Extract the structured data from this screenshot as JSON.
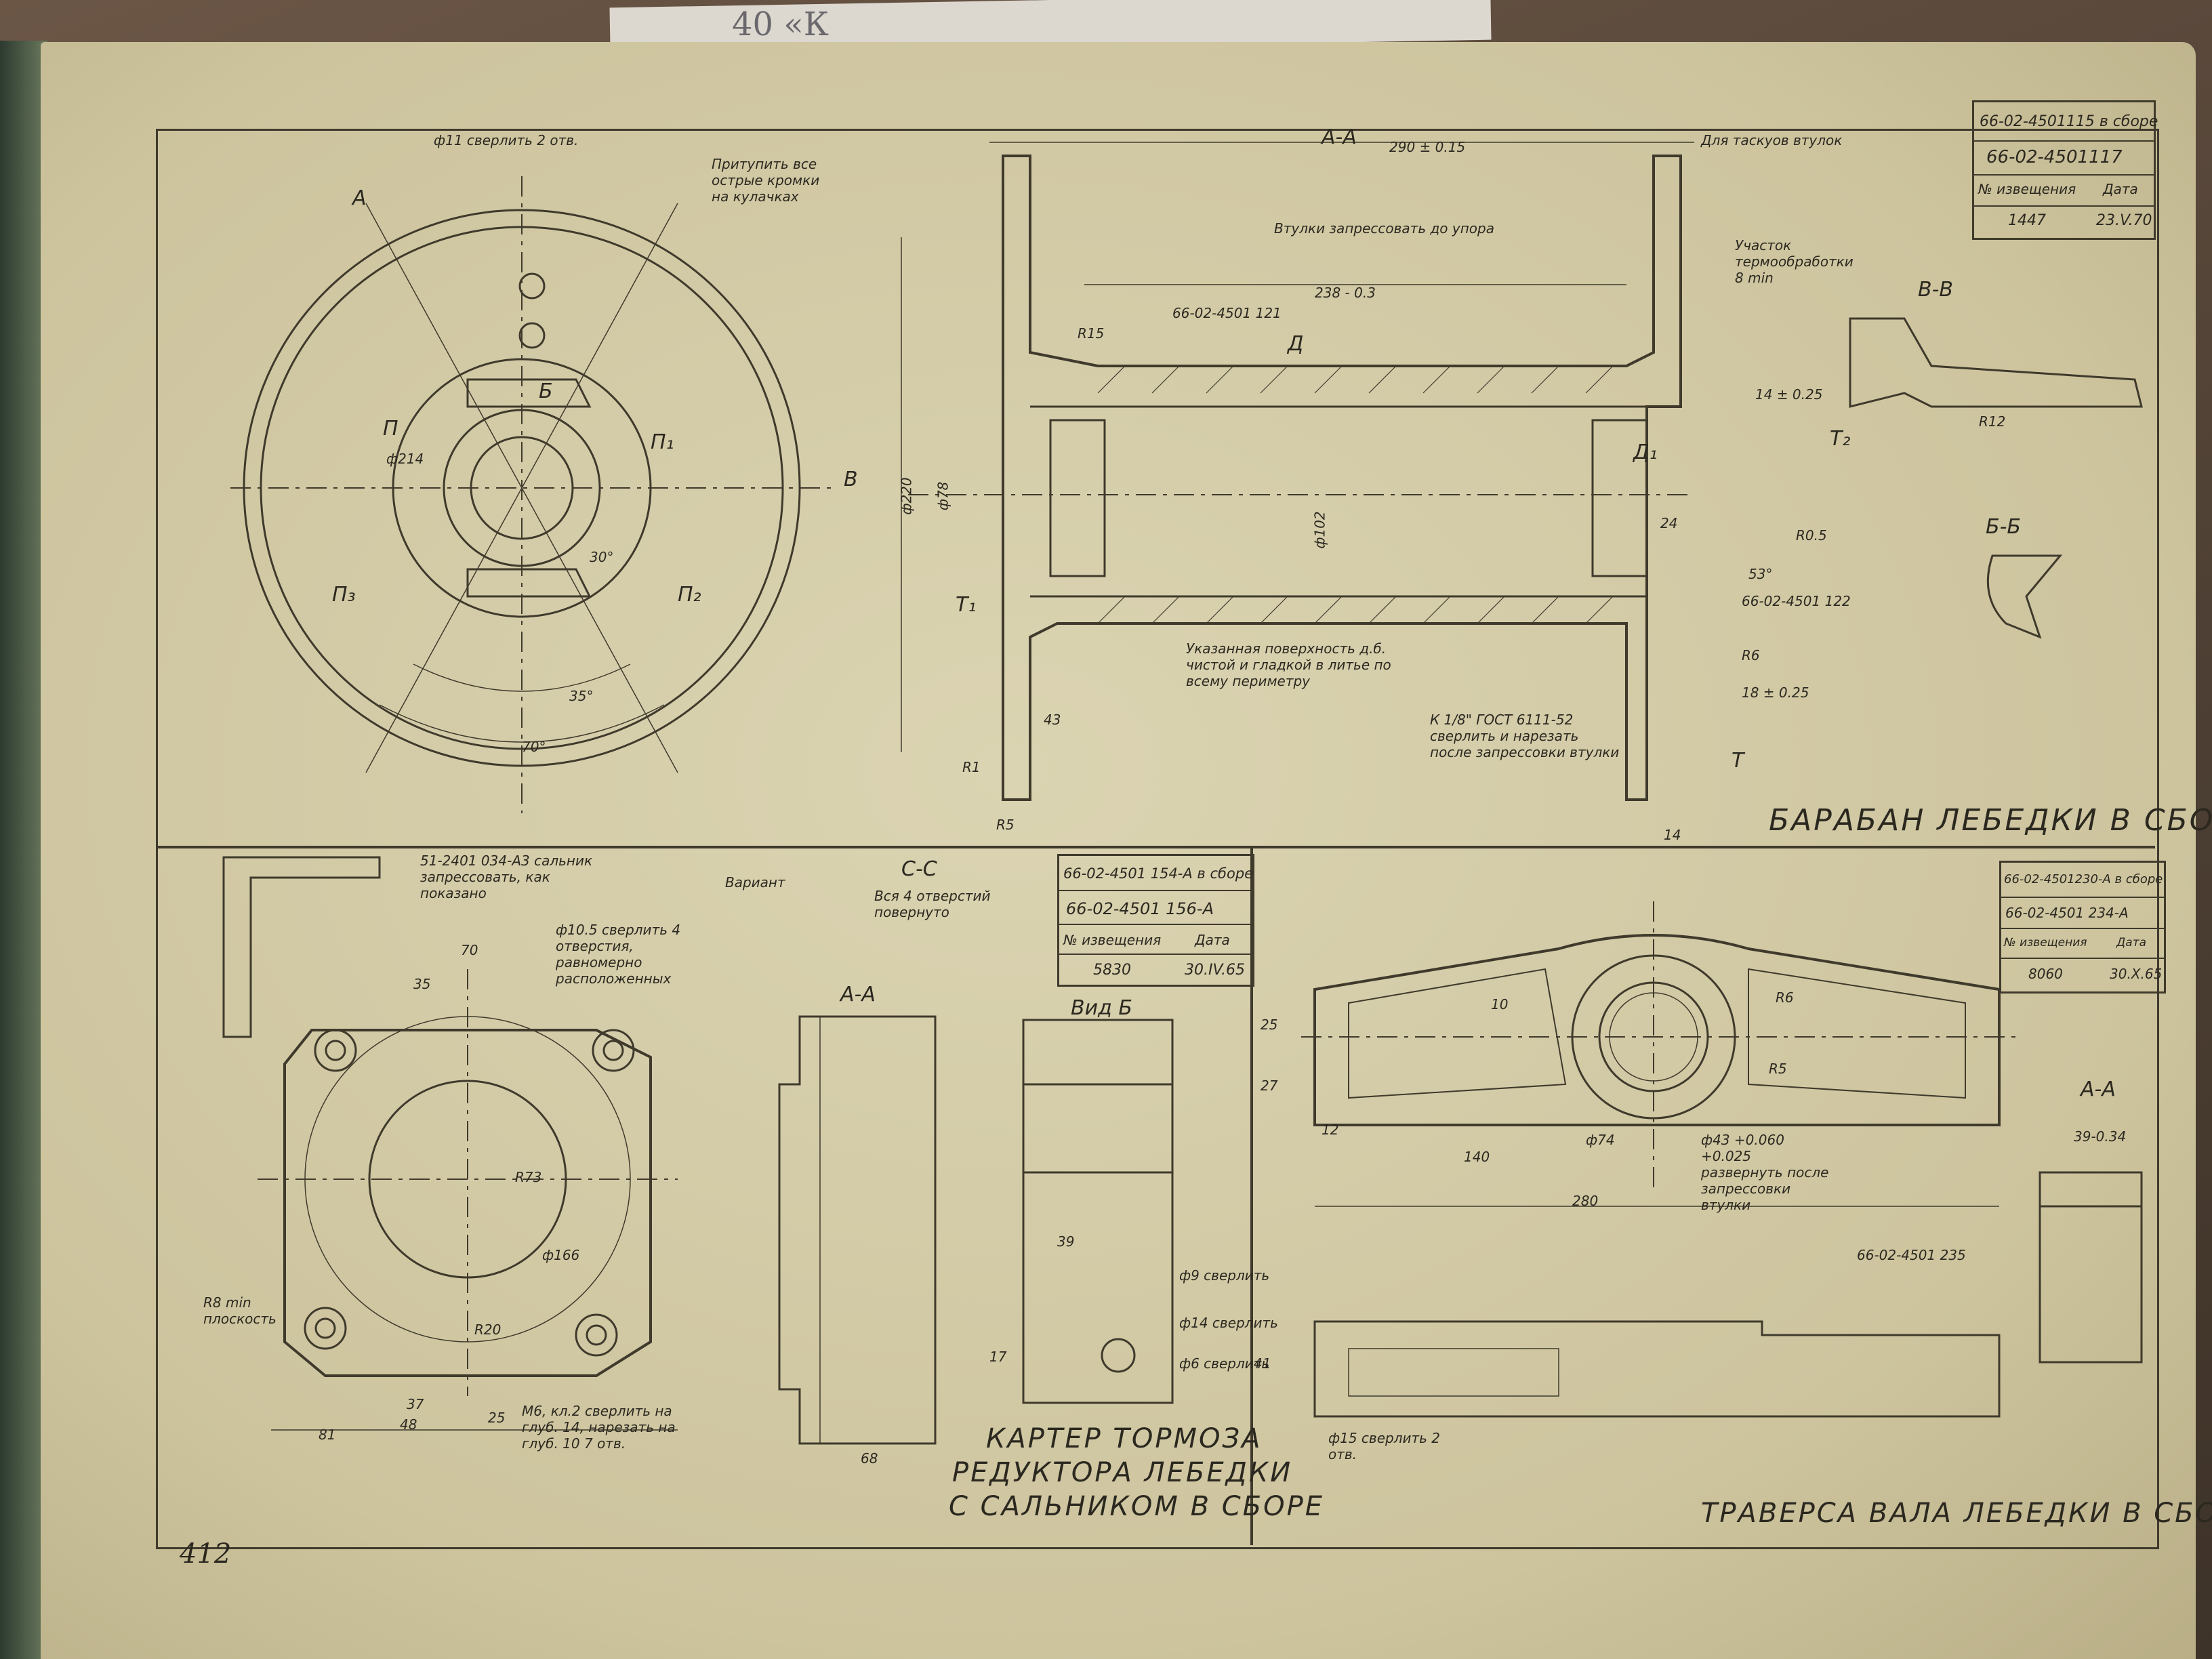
{
  "top_scrap_text": "40 «К",
  "page_number": "412",
  "panel_drum": {
    "title": "БАРАБАН ЛЕБЕДКИ В СБОРЕ",
    "stamp": {
      "assembly_no": "66-02-4501115 в сборе",
      "part_no": "66-02-4501117",
      "change_header": "№ извещения",
      "date_header": "Дата",
      "change_no": "1447",
      "date": "23.V.70"
    },
    "notes": [
      "Втулки запрессовать до упора",
      "Для таскуов втулок",
      "Притупить все острые кромки на кулачках",
      "ф11 сверлить 2 отв.",
      "Указанная поверхность д.б. чистой и гладкой в литье по всему периметру",
      "К 1/8\" ГОСТ 6111-52 сверлить и нарезать после запрессовки втулки",
      "Участок термообработки 8 min"
    ],
    "refs": [
      "66-02-4501 121",
      "66-02-4501 122"
    ],
    "section_labels": [
      "А-А",
      "В-В",
      "Б-Б"
    ],
    "view_letters": [
      "А",
      "Б",
      "В",
      "П",
      "П₁",
      "П₂",
      "П₃",
      "Д",
      "Д₁",
      "Т",
      "Т₁",
      "Т₂"
    ],
    "dims": [
      "290 ± 0.15",
      "238 - 0.3",
      "ф220",
      "ф78",
      "ф102",
      "ф214",
      "30°",
      "35°",
      "70°",
      "R15",
      "R12",
      "R5",
      "R1",
      "43",
      "14",
      "18 ± 0.25",
      "53°",
      "R0.5",
      "24",
      "R6",
      "14 ± 0.25"
    ]
  },
  "panel_brake": {
    "title_lines": [
      "КАРТЕР ТОРМОЗА",
      "РЕДУКТОРА ЛЕБЕДКИ",
      "С САЛЬНИКОМ В СБОРЕ"
    ],
    "stamp": {
      "assembly_no": "66-02-4501 154-А в сборе",
      "part_no": "66-02-4501 156-А",
      "change_header": "№ извещения",
      "date_header": "Дата",
      "change_no": "5830",
      "date": "30.IV.65"
    },
    "notes": [
      "51-2401 034-А3 сальник запрессовать, как показано",
      "ф10.5 сверлить 4 отверстия, равномерно расположенных",
      "М6, кл.2 сверлить на глуб. 14, нарезать на глуб. 10 7 отв.",
      "R8 min плоскость",
      "Вся 4 отверстий повернуто"
    ],
    "section_labels": [
      "А-А",
      "С-С",
      "Вид Б",
      "Вариант"
    ],
    "dims": [
      "70",
      "35",
      "R73",
      "ф166",
      "R20",
      "37",
      "48",
      "81",
      "25",
      "ф9 сверлить",
      "ф14 сверлить",
      "ф6 сверлить",
      "68",
      "39",
      "17"
    ]
  },
  "panel_traverse": {
    "title": "ТРАВЕРСА ВАЛА ЛЕБЕДКИ В СБОРЕ",
    "stamp": {
      "assembly_no": "66-02-4501230-А в сборе",
      "part_no": "66-02-4501 234-А",
      "change_header": "№ извещения",
      "date_header": "Дата",
      "change_no": "8060",
      "date": "30.X.65"
    },
    "notes": [
      "ф43 +0.060 +0.025 развернуть после запрессовки втулки",
      "ф15 сверлить 2 отв.",
      "66-02-4501 235"
    ],
    "section_labels": [
      "А-А"
    ],
    "dims": [
      "280",
      "140",
      "ф74",
      "12",
      "25",
      "10",
      "27",
      "41",
      "R6",
      "R5",
      "39-0.34"
    ]
  }
}
